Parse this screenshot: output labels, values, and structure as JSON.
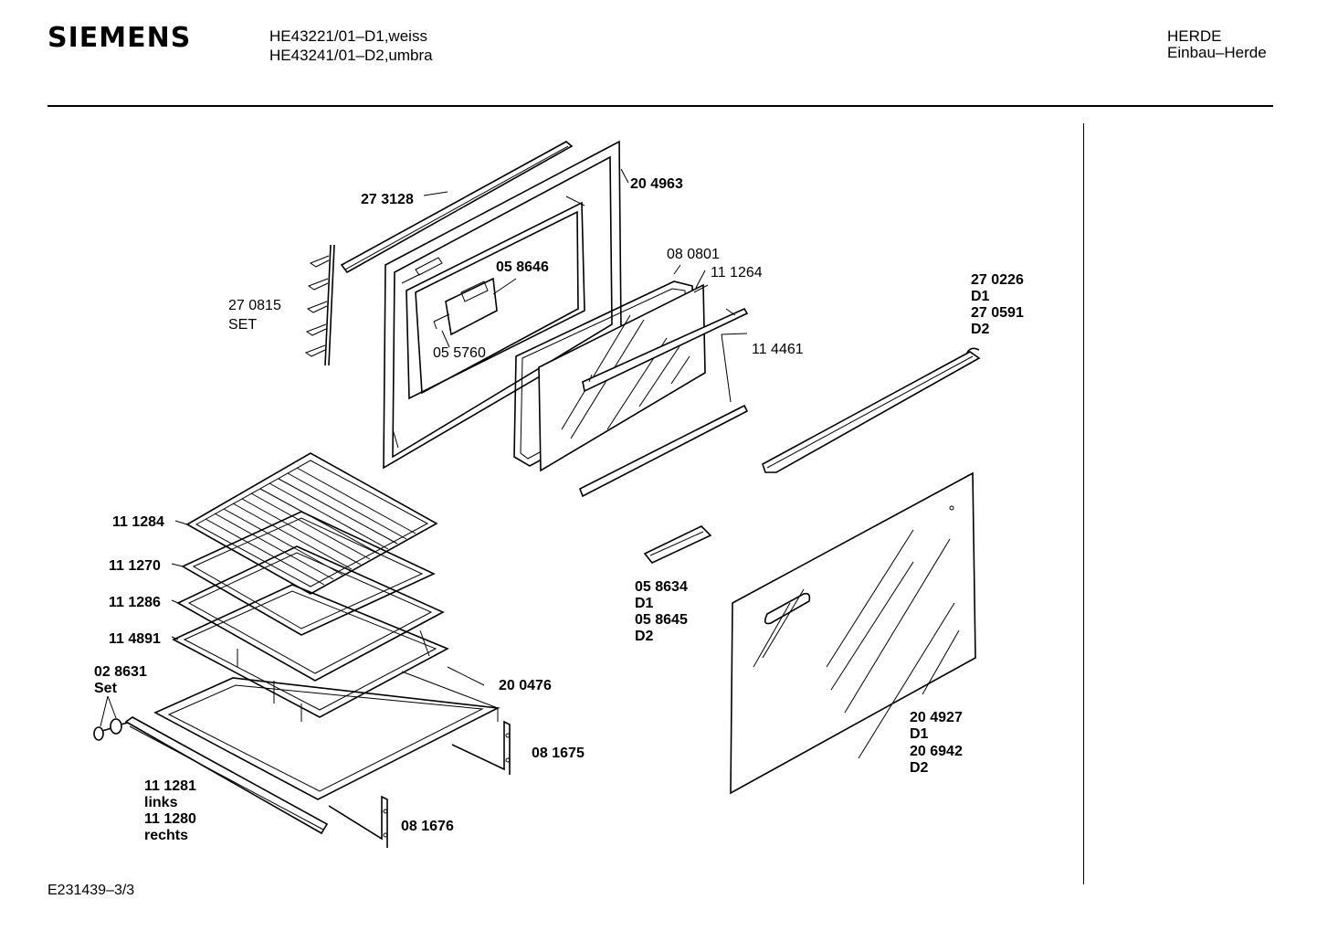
{
  "header": {
    "brand": "SIEMENS",
    "model_line_1": "HE43221/01–D1,weiss",
    "model_line_2": "HE43241/01–D2,umbra",
    "category": "HERDE",
    "subcategory": "Einbau–Herde"
  },
  "footer": {
    "document_id": "E231439–3/3"
  },
  "parts": {
    "p273128": "27 3128",
    "p204963": "20 4963",
    "p270815": "27 0815",
    "p270815_note": "SET",
    "p058646": "05 8646",
    "p055760": "05 5760",
    "p080801": "08 0801",
    "p111264": "11 1264",
    "p114461": "11 4461",
    "p270226": "27 0226",
    "p270226_variant": "D1",
    "p270591": "27 0591",
    "p270591_variant": "D2",
    "p111284": "11 1284",
    "p111270": "11 1270",
    "p111286": "11 1286",
    "p114891": "11 4891",
    "p028631": "02 8631",
    "p028631_note": "Set",
    "p200476": "20 0476",
    "p081675": "08 1675",
    "p081676": "08 1676",
    "p111281": "11 1281",
    "p111281_note": "links",
    "p111280": "11 1280",
    "p111280_note": "rechts",
    "p058634": "05 8634",
    "p058634_variant": "D1",
    "p058645": "05 8645",
    "p058645_variant": "D2",
    "p204927": "20 4927",
    "p204927_variant": "D1",
    "p206942": "20 6942",
    "p206942_variant": "D2"
  }
}
